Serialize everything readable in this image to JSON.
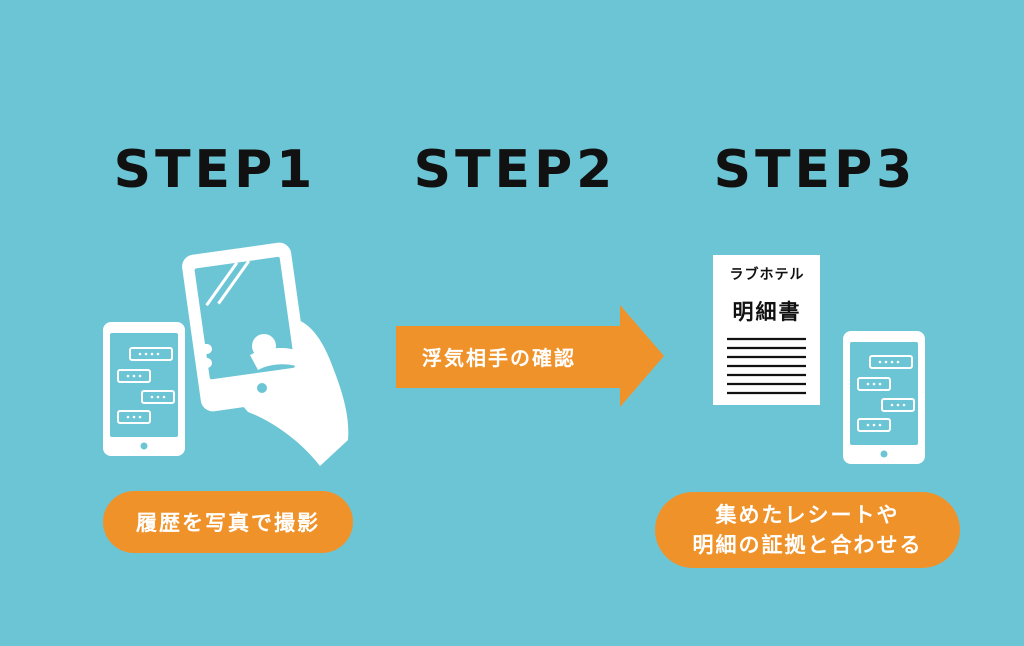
{
  "steps": [
    {
      "title": "STEP1",
      "caption": "履歴を写真で撮影"
    },
    {
      "title": "STEP2",
      "arrow_label": "浮気相手の確認"
    },
    {
      "title": "STEP3",
      "caption_line1": "集めたレシートや",
      "caption_line2": "明細の証拠と合わせる"
    }
  ],
  "receipt": {
    "line1": "ラブホテル",
    "line2": "明細書"
  },
  "colors": {
    "background": "#6cc5d5",
    "accent": "#f0922a",
    "text": "#111111",
    "white": "#ffffff"
  }
}
